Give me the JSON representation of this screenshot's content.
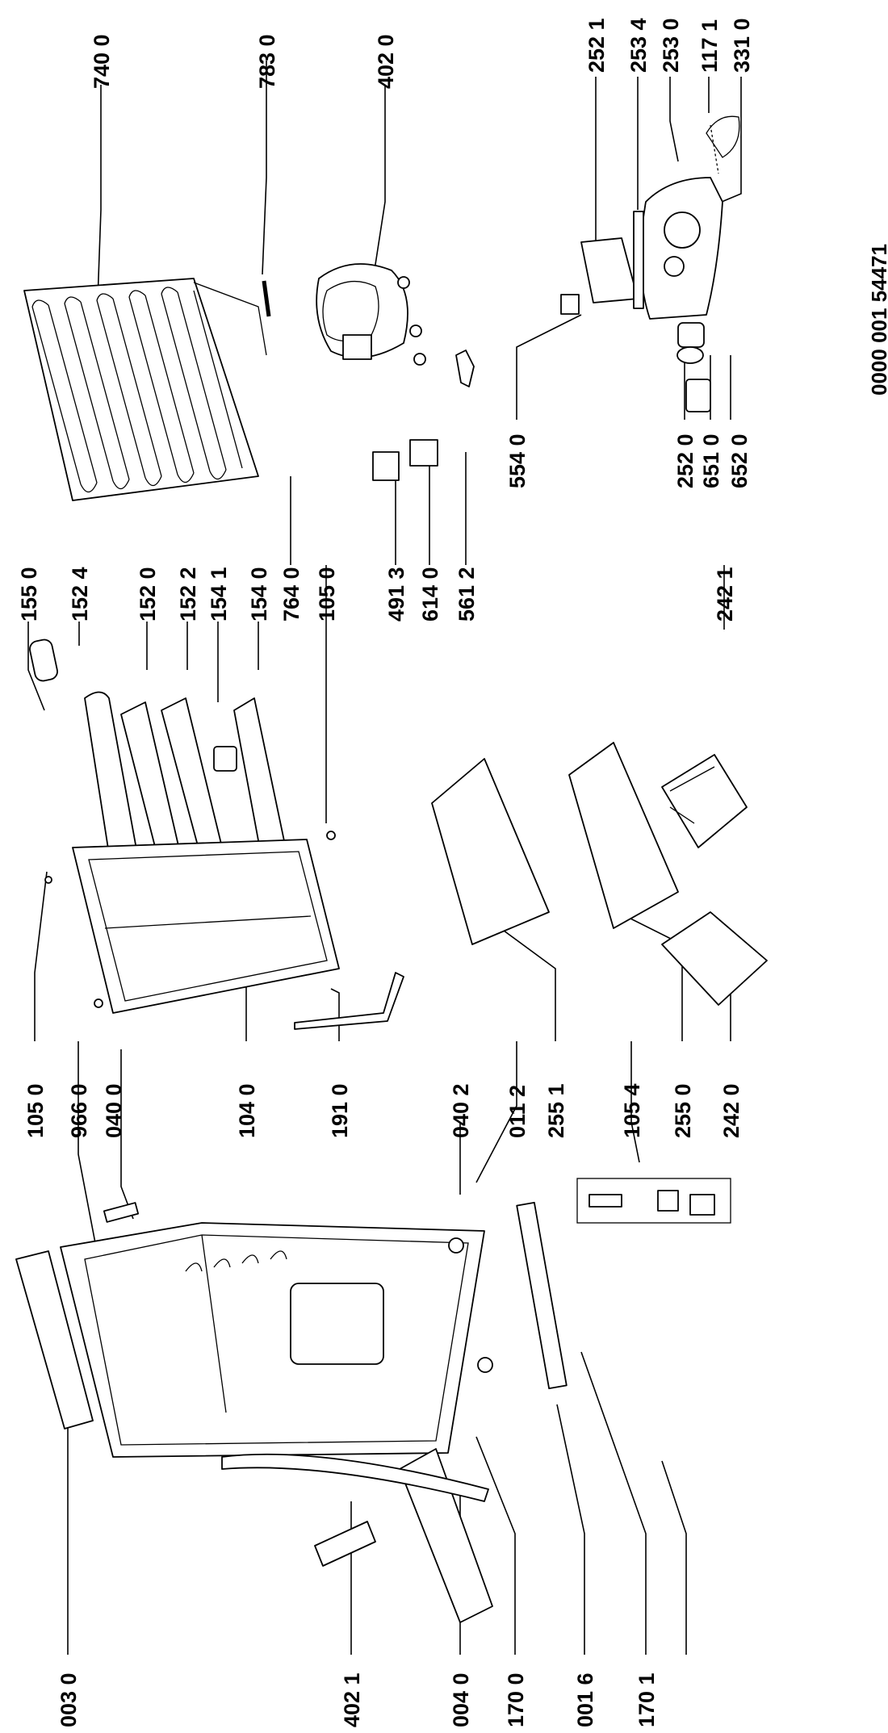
{
  "document_number": "0000 001 54471",
  "part_labels": [
    {
      "id": "p003_0",
      "text": "003 0"
    },
    {
      "id": "p402_1",
      "text": "402 1"
    },
    {
      "id": "p004_0",
      "text": "004 0"
    },
    {
      "id": "p170_0",
      "text": "170 0"
    },
    {
      "id": "p001_6",
      "text": "001 6"
    },
    {
      "id": "p170_1",
      "text": "170 1"
    },
    {
      "id": "p105_0a",
      "text": "105 0"
    },
    {
      "id": "p966_0",
      "text": "966 0"
    },
    {
      "id": "p040_0",
      "text": "040 0"
    },
    {
      "id": "p104_0",
      "text": "104 0"
    },
    {
      "id": "p191_0",
      "text": "191 0"
    },
    {
      "id": "p040_2",
      "text": "040 2"
    },
    {
      "id": "p011_2",
      "text": "011 2"
    },
    {
      "id": "p255_1",
      "text": "255 1"
    },
    {
      "id": "p105_4",
      "text": "105 4"
    },
    {
      "id": "p255_0",
      "text": "255 0"
    },
    {
      "id": "p242_0",
      "text": "242 0"
    },
    {
      "id": "p155_0",
      "text": "155 0"
    },
    {
      "id": "p152_4",
      "text": "152 4"
    },
    {
      "id": "p152_0",
      "text": "152 0"
    },
    {
      "id": "p152_2",
      "text": "152 2"
    },
    {
      "id": "p154_1",
      "text": "154 1"
    },
    {
      "id": "p154_0",
      "text": "154 0"
    },
    {
      "id": "p764_0",
      "text": "764 0"
    },
    {
      "id": "p105_0b",
      "text": "105 0"
    },
    {
      "id": "p491_3",
      "text": "491 3"
    },
    {
      "id": "p614_0",
      "text": "614 0"
    },
    {
      "id": "p561_2",
      "text": "561 2"
    },
    {
      "id": "p242_1",
      "text": "242 1"
    },
    {
      "id": "p740_0",
      "text": "740 0"
    },
    {
      "id": "p783_0",
      "text": "783 0"
    },
    {
      "id": "p402_0",
      "text": "402 0"
    },
    {
      "id": "p554_0",
      "text": "554 0"
    },
    {
      "id": "p252_0",
      "text": "252 0"
    },
    {
      "id": "p651_0",
      "text": "651 0"
    },
    {
      "id": "p652_0",
      "text": "652 0"
    },
    {
      "id": "p252_1",
      "text": "252 1"
    },
    {
      "id": "p253_4",
      "text": "253 4"
    },
    {
      "id": "p253_0",
      "text": "253 0"
    },
    {
      "id": "p117_1",
      "text": "117 1"
    },
    {
      "id": "p331_0",
      "text": "331 0"
    }
  ]
}
